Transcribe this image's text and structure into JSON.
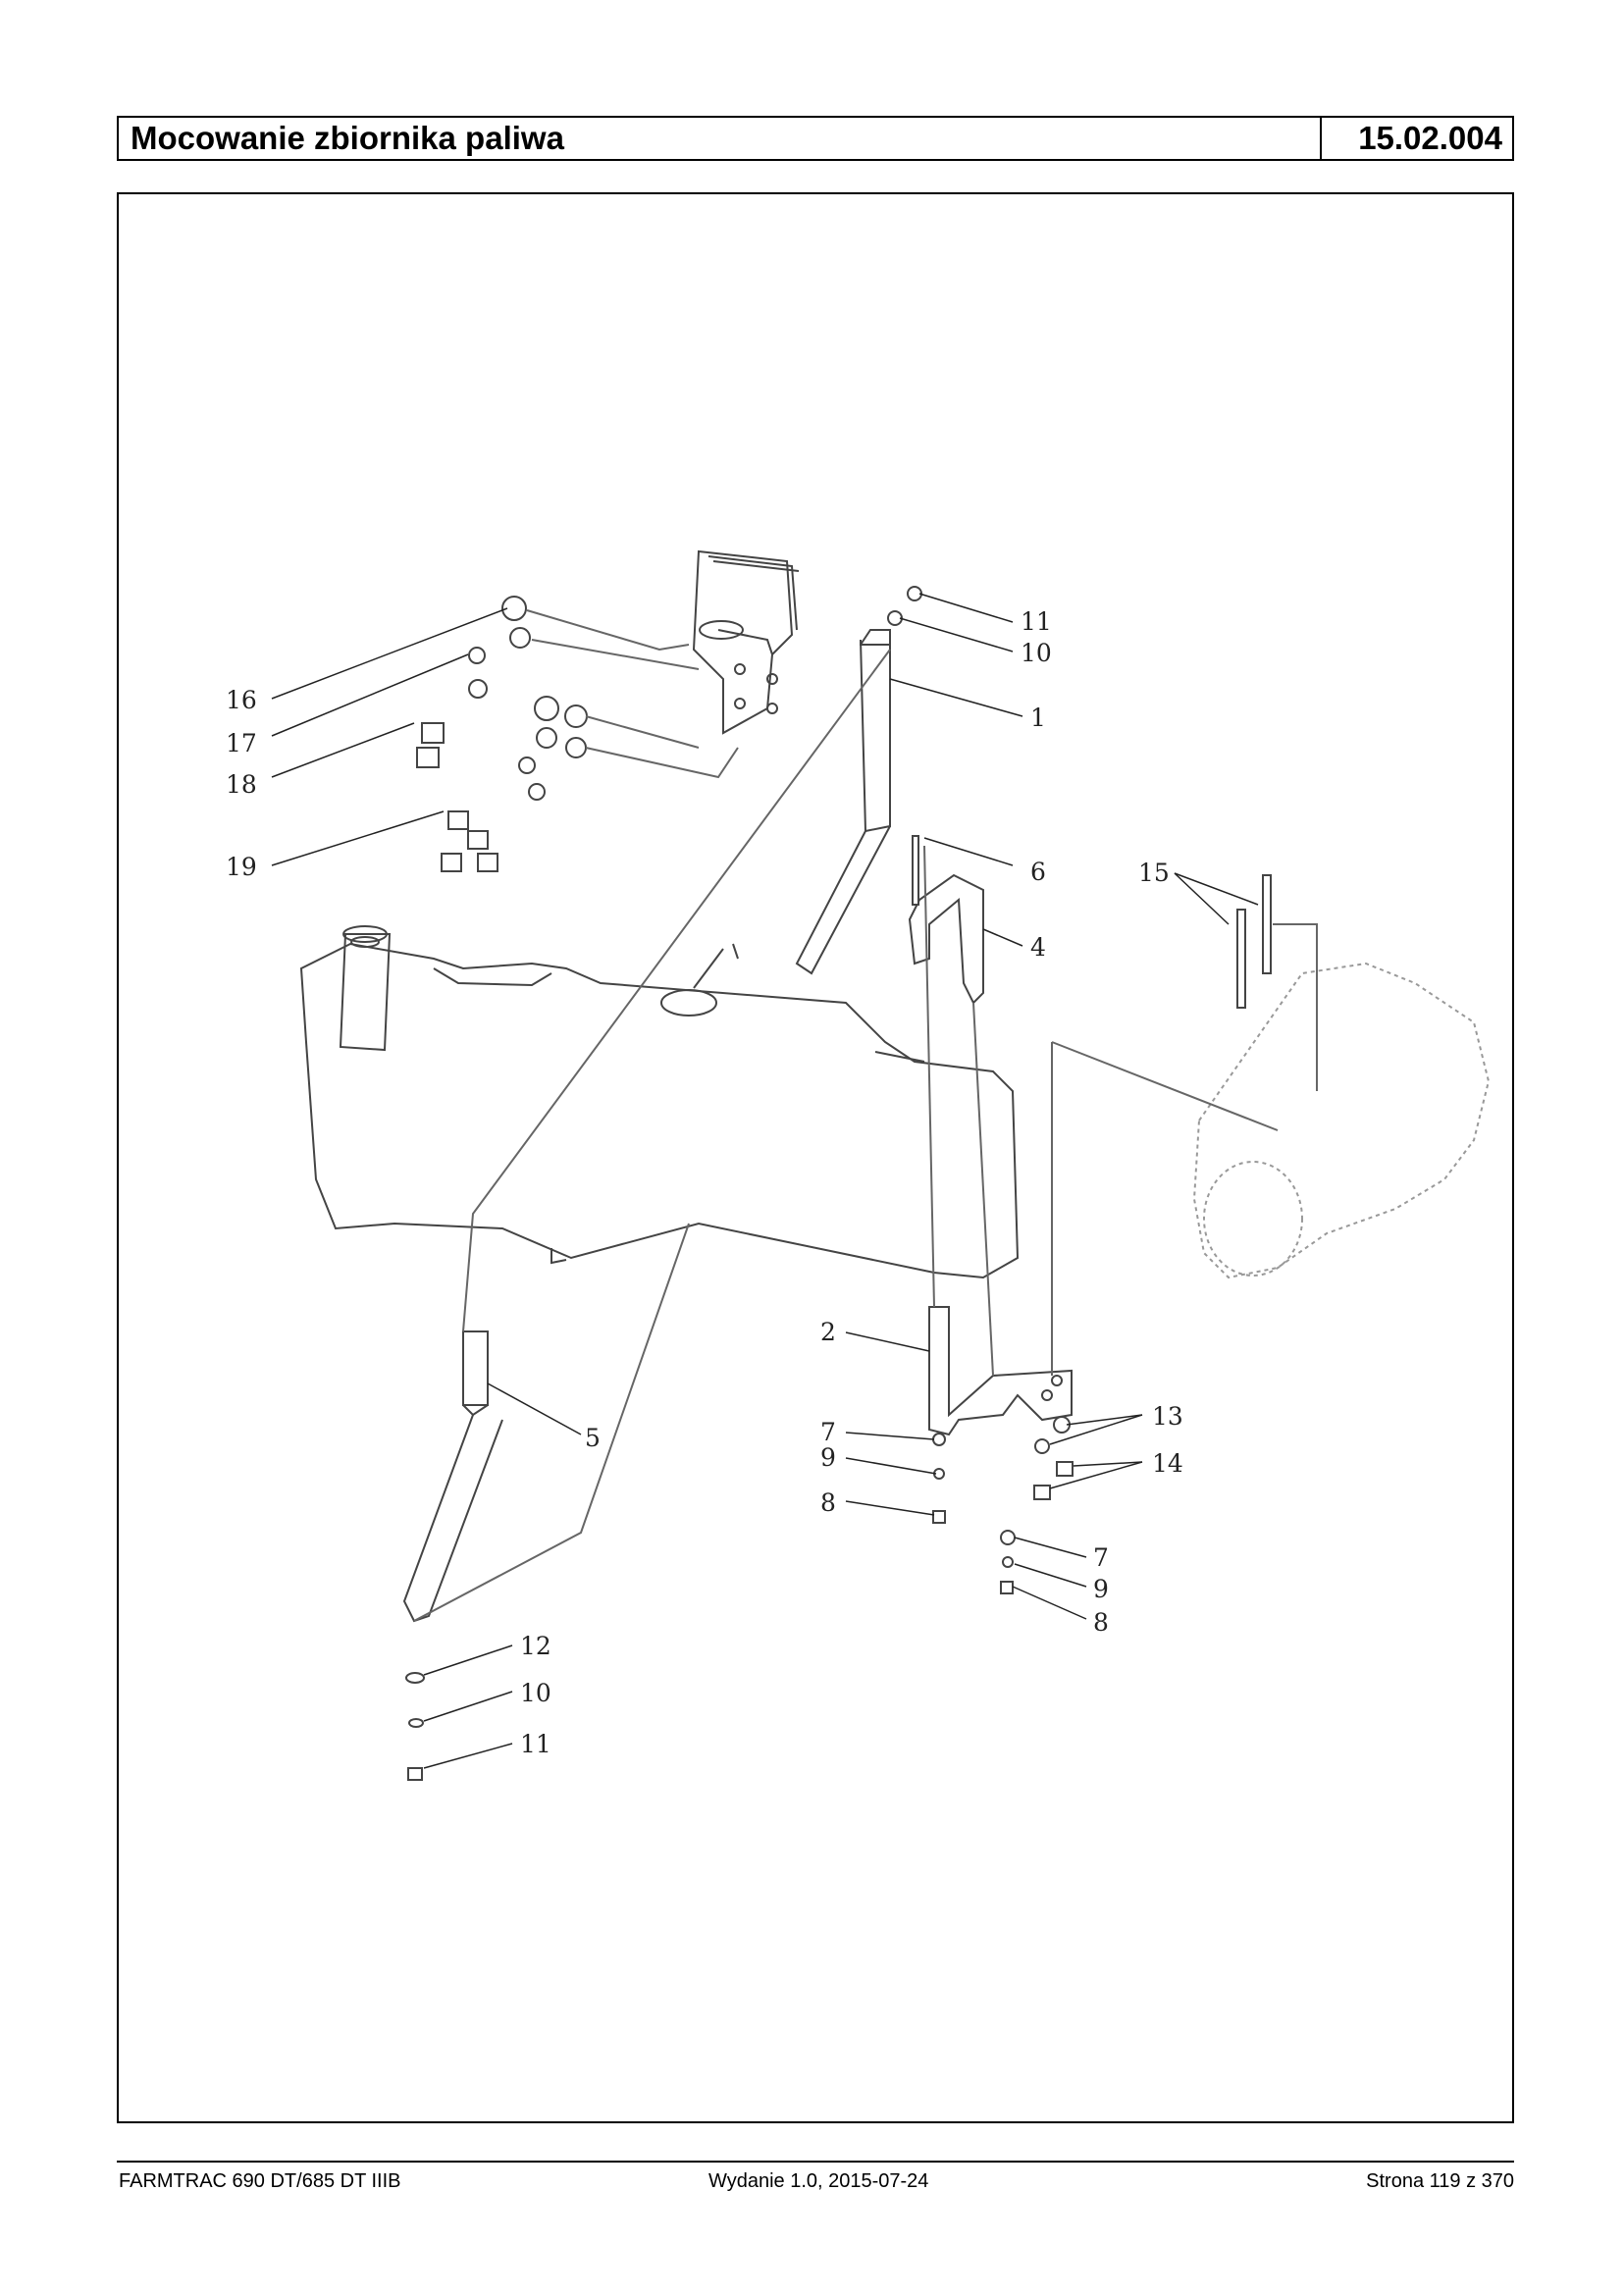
{
  "header": {
    "title": "Mocowanie zbiornika paliwa",
    "code": "15.02.004"
  },
  "diagram": {
    "callouts": [
      "16",
      "17",
      "18",
      "19",
      "11",
      "10",
      "1",
      "6",
      "4",
      "15",
      "2",
      "5",
      "7",
      "9",
      "8",
      "13",
      "14",
      "7",
      "9",
      "8",
      "12",
      "10",
      "11"
    ]
  },
  "footer": {
    "model": "FARMTRAC 690 DT/685 DT IIIB",
    "edition": "Wydanie 1.0,  2015-07-24",
    "page": "Strona 119 z 370"
  }
}
